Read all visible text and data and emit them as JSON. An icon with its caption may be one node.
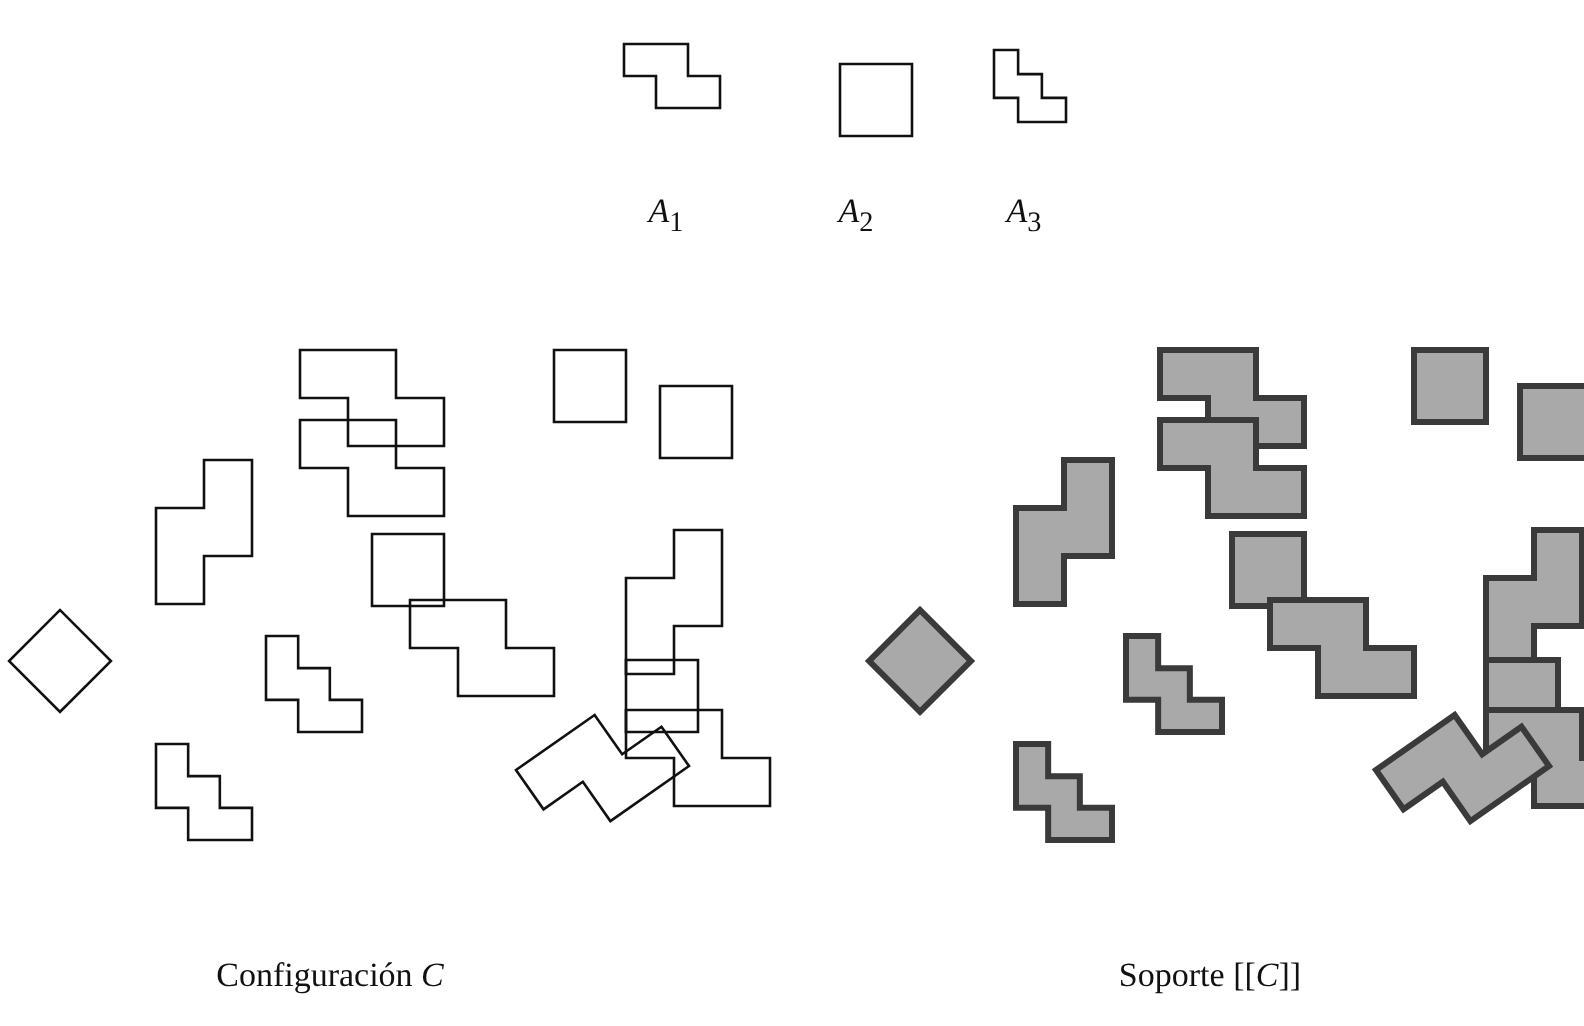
{
  "diagram": {
    "labels": [
      "*A*$_{1}$",
      "*A*$_{2}$",
      "*A*$_{3}$",
      "Configuración *C*",
      "Soporte [[*C*]]"
    ]
  }
}
